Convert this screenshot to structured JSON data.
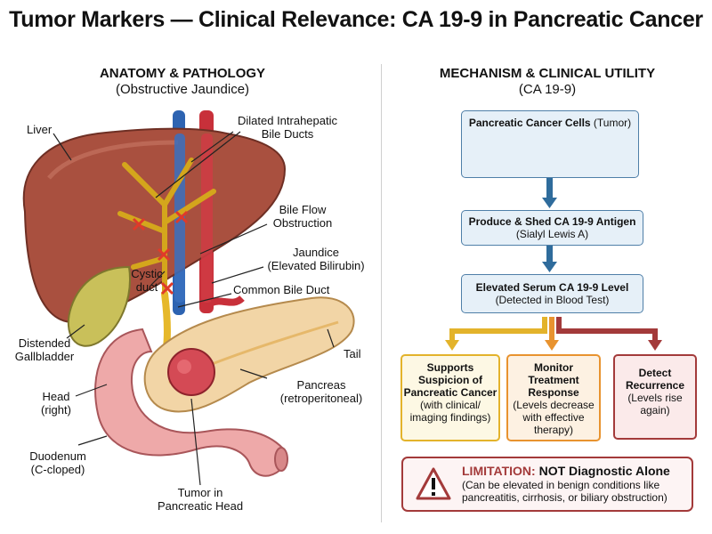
{
  "title": "Tumor Markers — Clinical Relevance: CA 19-9 in Pancreatic Cancer",
  "left_section": {
    "heading": "ANATOMY & PATHOLOGY",
    "subheading": "(Obstructive Jaundice)",
    "labels": {
      "liver": "Liver",
      "dilated_ducts": [
        "Dilated Intrahepatic",
        "Bile Ducts"
      ],
      "bile_flow": [
        "Bile Flow",
        "Obstruction"
      ],
      "jaundice": [
        "Jaundice",
        "(Elevated Bilirubin)"
      ],
      "cbd": "Common Bile Duct",
      "cystic": [
        "Cystic",
        "duct"
      ],
      "gallbladder": [
        "Distended",
        "Gallbladder"
      ],
      "tail": "Tail",
      "head": [
        "Head",
        "(right)"
      ],
      "pancreas": [
        "Pancreas",
        "(retroperitoneal)"
      ],
      "duodenum": [
        "Duodenum",
        "(C-cloped)"
      ],
      "tumor": [
        "Tumor in",
        "Pancreatic Head"
      ]
    }
  },
  "right_section": {
    "heading": "MECHANISM & CLINICAL UTILITY",
    "subheading": "(CA 19-9)",
    "box1": {
      "bold": "Pancreatic Cancer Cells",
      "normal": " (Tumor)"
    },
    "box2": {
      "bold": "Produce & Shed CA 19-9 Antigen",
      "sub": "(Sialyl Lewis A)"
    },
    "box3": {
      "bold": "Elevated Serum CA 19-9 Level",
      "sub": "(Detected in Blood Test)"
    },
    "out1": {
      "bold": [
        "Supports",
        "Suspicion of",
        "Pancreatic Cancer"
      ],
      "sub": [
        "(with clinical/",
        "imaging findings)"
      ]
    },
    "out2": {
      "bold": [
        "Monitor",
        "Treatment",
        "Response"
      ],
      "sub": [
        "(Levels decrease",
        "with effective",
        "therapy)"
      ]
    },
    "out3": {
      "bold": [
        "Detect",
        "Recurrence"
      ],
      "sub": [
        "(Levels rise",
        "again)"
      ]
    },
    "limitation": {
      "label": "LIMITATION:",
      "title": " NOT Diagnostic Alone",
      "desc": "(Can be elevated in benign conditions like pancreatitis, cirrhosis, or biliary obstruction)"
    }
  },
  "colors": {
    "liver": "#a9503f",
    "gallbladder": "#c9c05a",
    "pancreas": "#f2d5a6",
    "duodenum": "#eea9a9",
    "tumor": "#d44a55",
    "bile": "#d4a61c",
    "artery": "#c8303a",
    "vein": "#2d63b1",
    "flow_arrow": "#2f6c9c",
    "out1": "#e3b32b",
    "out2": "#e8932f",
    "out3": "#a33a3a"
  }
}
